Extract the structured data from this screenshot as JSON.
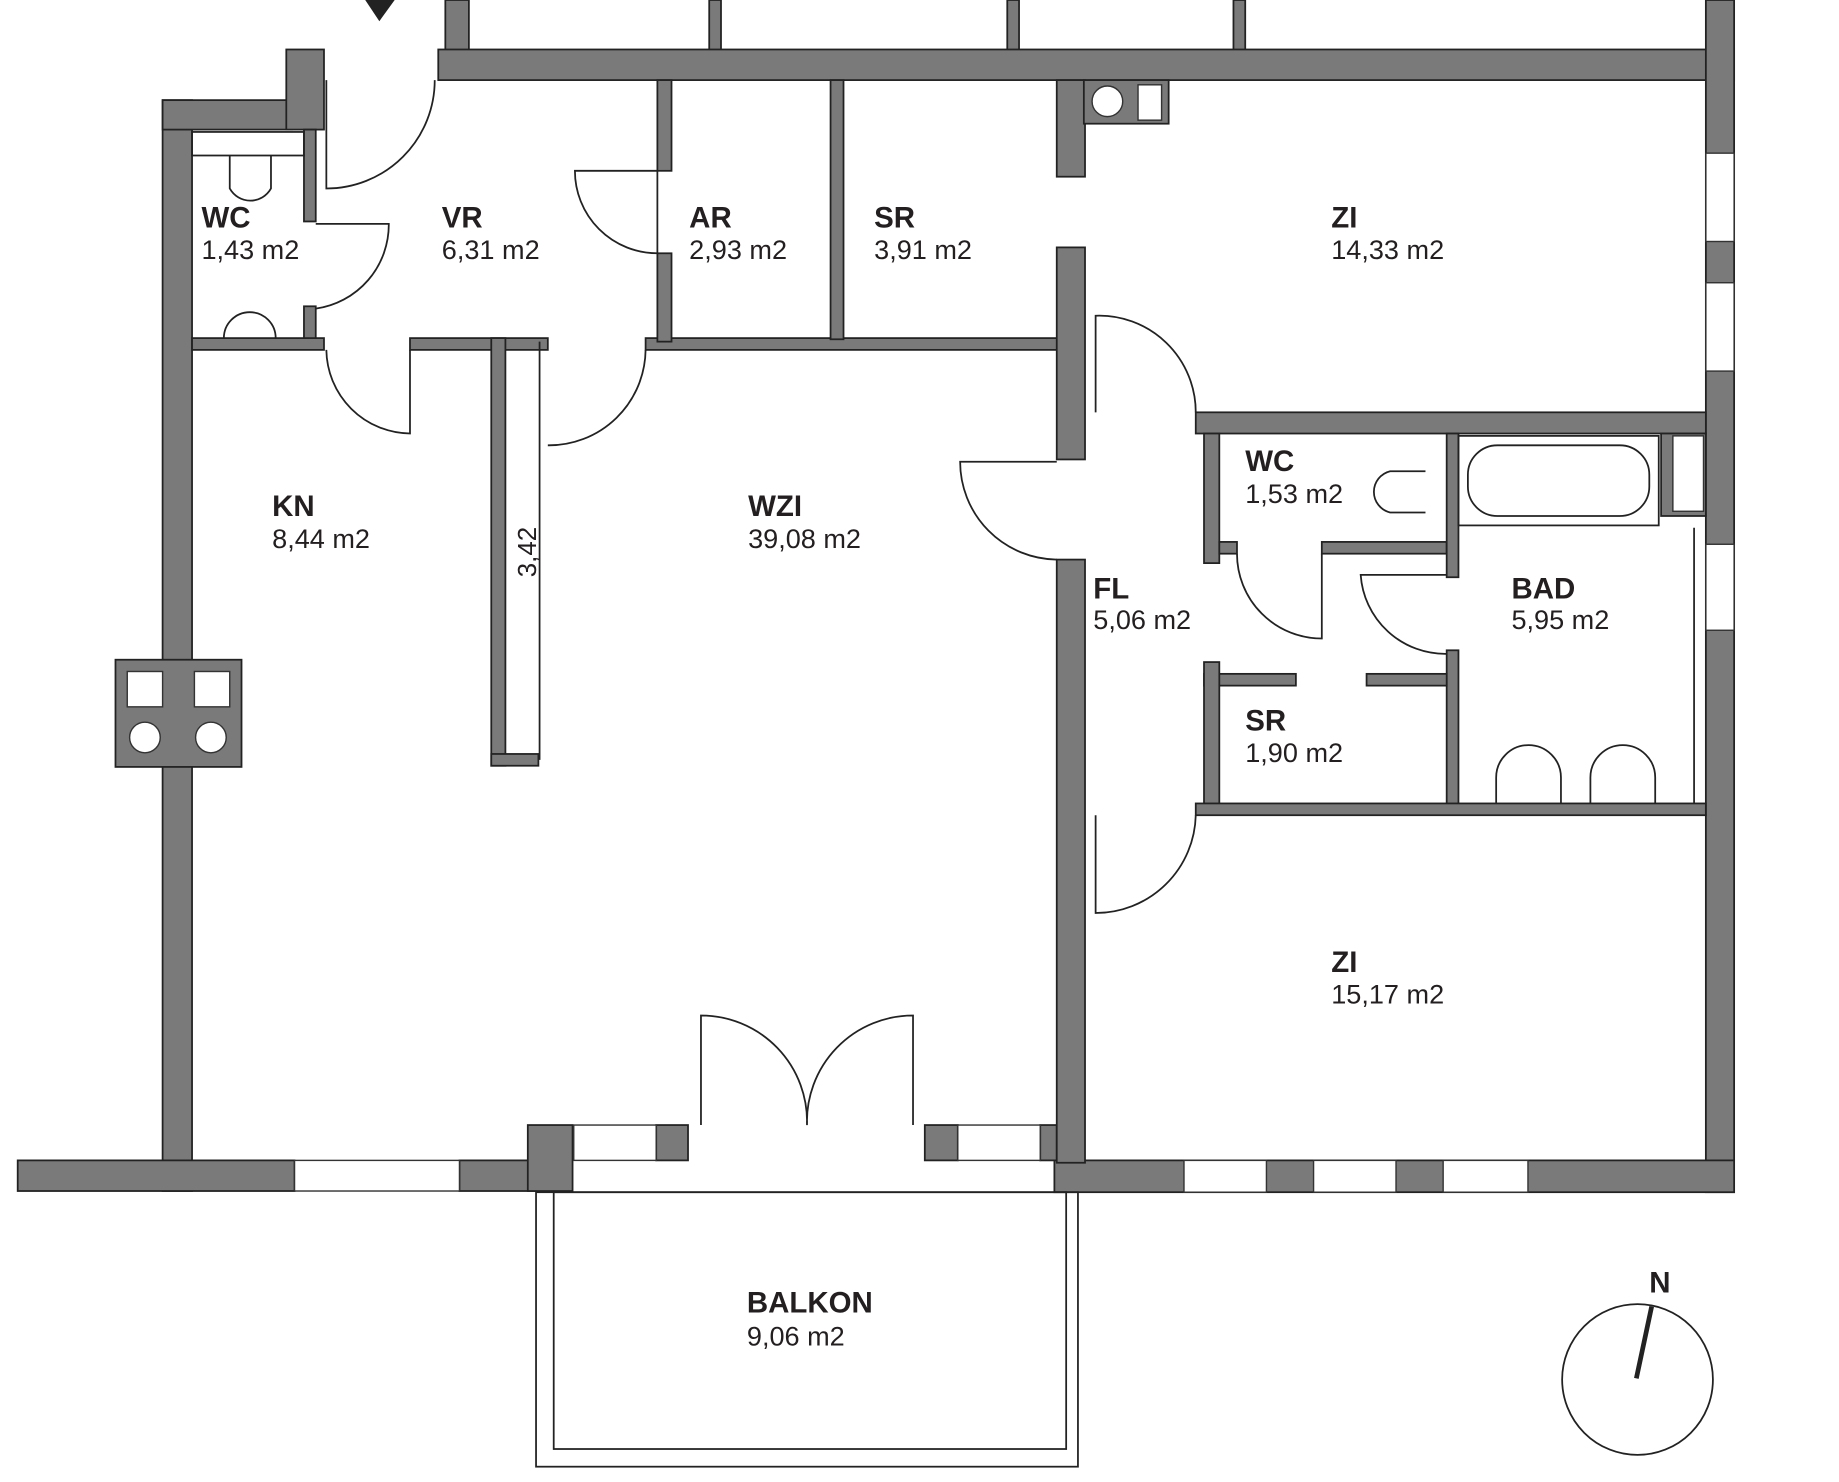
{
  "plan": {
    "rooms": [
      {
        "name": "WC",
        "area": "1,43 m2"
      },
      {
        "name": "VR",
        "area": "6,31 m2"
      },
      {
        "name": "AR",
        "area": "2,93 m2"
      },
      {
        "name": "SR",
        "area": "3,91 m2"
      },
      {
        "name": "ZI",
        "area": "14,33 m2"
      },
      {
        "name": "KN",
        "area": "8,44 m2"
      },
      {
        "name": "WZI",
        "area": "39,08 m2"
      },
      {
        "name": "WC",
        "area": "1,53 m2"
      },
      {
        "name": "FL",
        "area": "5,06 m2"
      },
      {
        "name": "BAD",
        "area": "5,95 m2"
      },
      {
        "name": "SR",
        "area": "1,90 m2"
      },
      {
        "name": "ZI",
        "area": "15,17 m2"
      },
      {
        "name": "BALKON",
        "area": "9,06 m2"
      }
    ],
    "dimension": "3,42",
    "compass_label": "N",
    "colors": {
      "wall": "#7a7a7a",
      "line": "#222222"
    }
  }
}
